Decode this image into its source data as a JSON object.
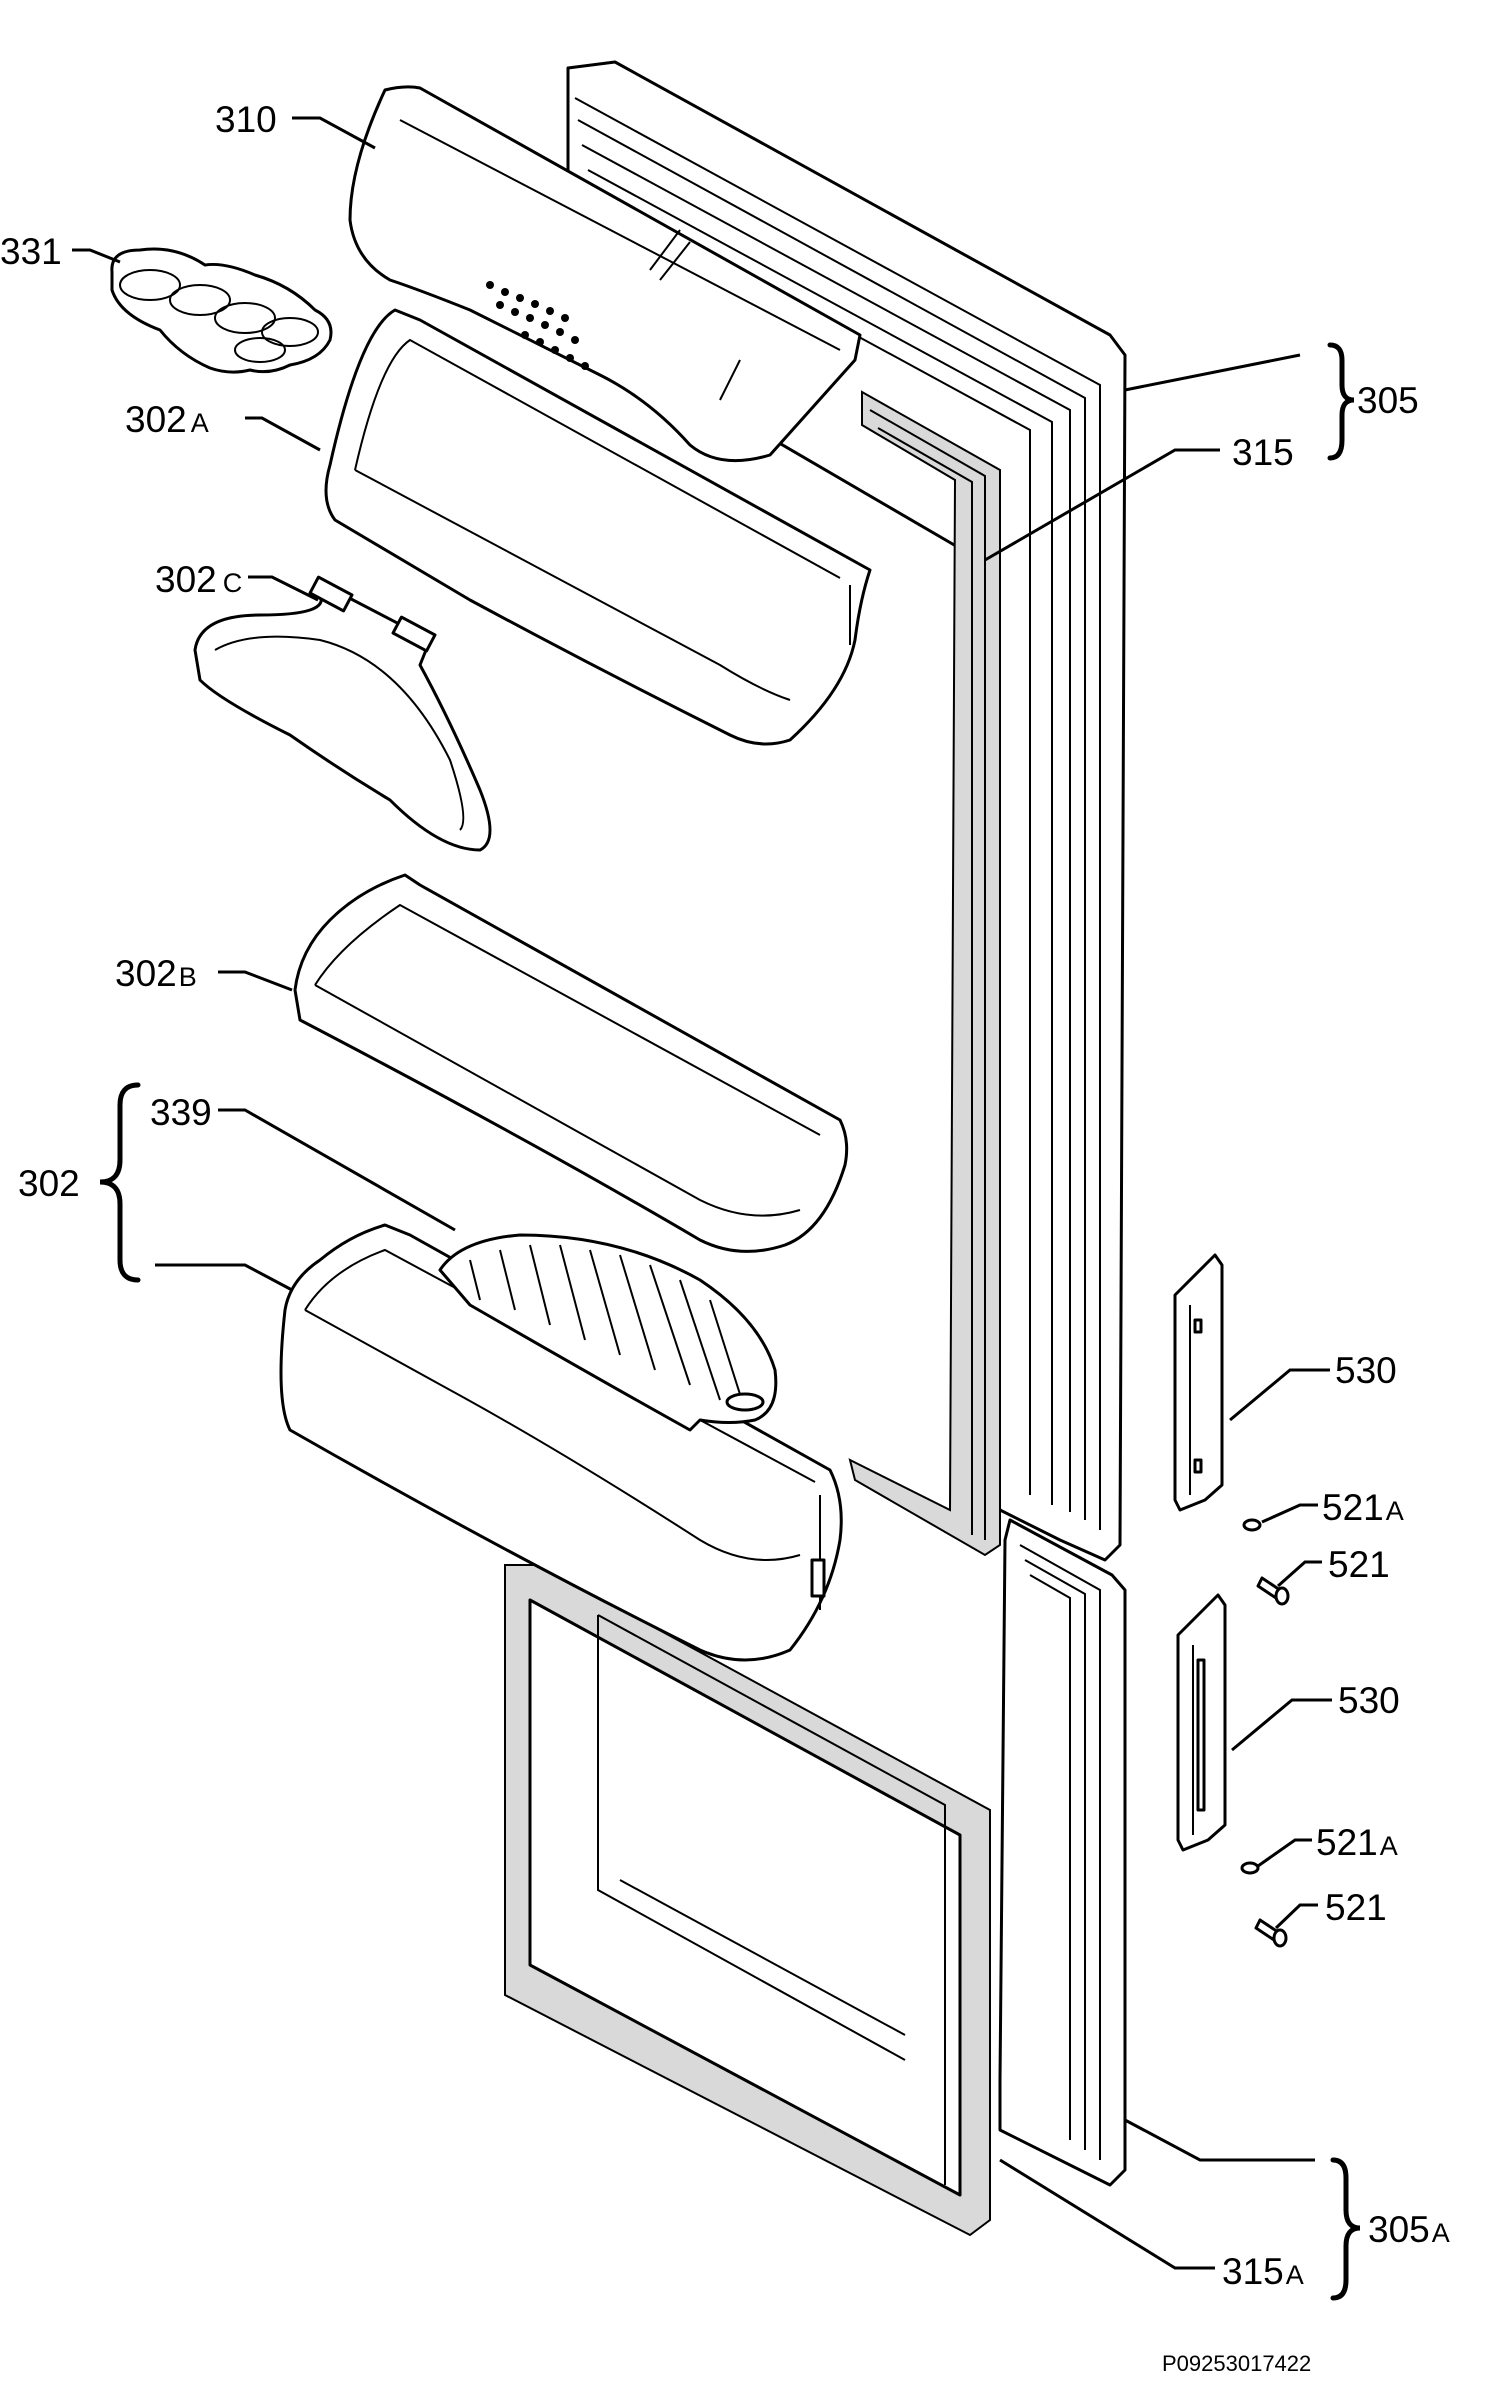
{
  "labels": {
    "p310": "310",
    "p331": "331",
    "p302a": "302",
    "p302a_sfx": "A",
    "p302c": "302",
    "p302c_sfx": "C",
    "p302b": "302",
    "p302b_sfx": "B",
    "p339": "339",
    "p302": "302",
    "p305": "305",
    "p315": "315",
    "p530_top": "530",
    "p521a_top": "521",
    "p521a_top_sfx": "A",
    "p521_top": "521",
    "p530_bottom": "530",
    "p521a_bottom": "521",
    "p521a_bottom_sfx": "A",
    "p521_bottom": "521",
    "p305a": "305",
    "p305a_sfx": "A",
    "p315a": "315",
    "p315a_sfx": "A"
  },
  "drawing_code": "P09253017422"
}
